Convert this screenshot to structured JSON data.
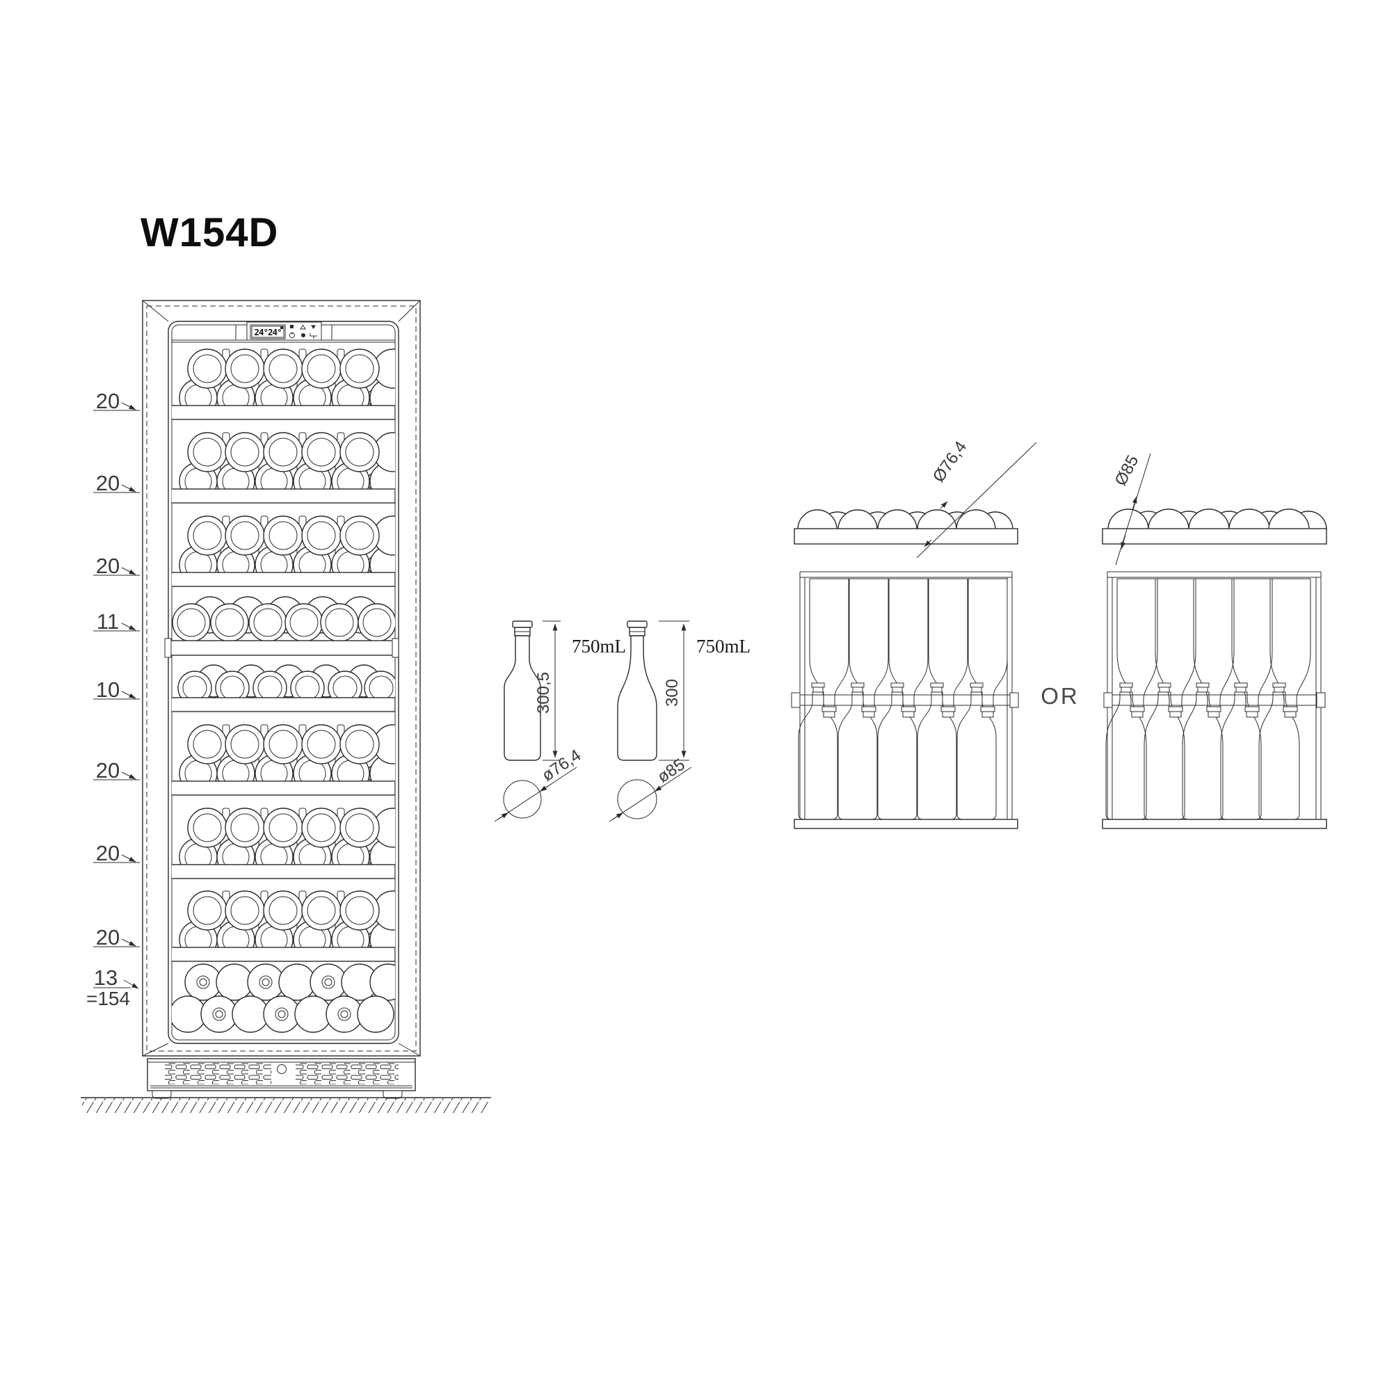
{
  "title": "W154D",
  "unit": {
    "display_readout": "24°24°",
    "row_counts": [
      "20",
      "20",
      "20",
      "11",
      "10",
      "20",
      "20",
      "20",
      "13"
    ],
    "total": "=154"
  },
  "bottle_specs": {
    "bordeaux": {
      "volume": "750mL",
      "height_mm": "300,5",
      "diameter_mm": "ø76,4"
    },
    "burgundy": {
      "volume": "750mL",
      "height_mm": "300",
      "diameter_mm": "ø85"
    }
  },
  "rack_options": {
    "left_diameter": "Ø76,4",
    "right_diameter": "Ø85",
    "separator": "OR"
  },
  "colors": {
    "line": "#2b2b2b",
    "background": "#ffffff"
  }
}
